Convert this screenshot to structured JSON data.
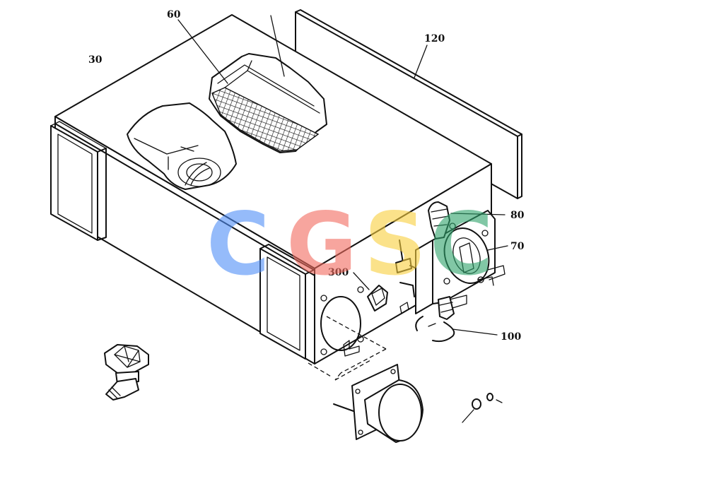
{
  "labels": {
    "l30": "30",
    "l60": "60",
    "l120": "120",
    "l80": "80",
    "l70": "70",
    "l300": "300",
    "l100": "100"
  },
  "watermark": {
    "letters": [
      "C",
      "G",
      "S",
      "C"
    ],
    "colors": [
      "#4f8ef7",
      "#f26b5f",
      "#f9cf3e",
      "#2ea36b"
    ]
  },
  "colors": {
    "line": "#111111",
    "background": "#ffffff"
  }
}
